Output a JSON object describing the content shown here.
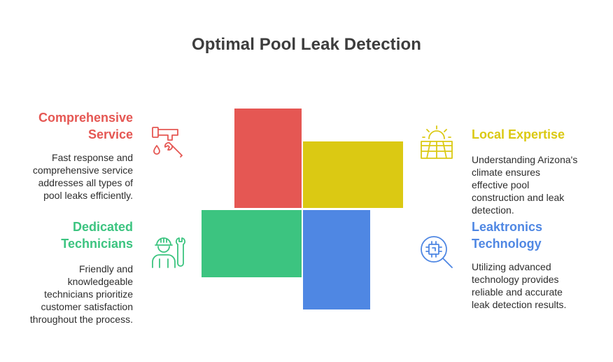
{
  "title": "Optimal Pool Leak Detection",
  "colors": {
    "red": "#e55753",
    "yellow": "#dbc913",
    "green": "#3cc480",
    "blue": "#4f87e3",
    "text": "#2d2d2d",
    "title": "#3d3d3d"
  },
  "items": [
    {
      "heading_lines": [
        "Comprehensive",
        "Service"
      ],
      "description_lines": [
        "Fast response and",
        "comprehensive service",
        "addresses all types of",
        "pool leaks efficiently."
      ],
      "icon": "faucet-wrench-icon",
      "color": "#e55753"
    },
    {
      "heading_lines": [
        "Local Expertise"
      ],
      "description_lines": [
        "Understanding Arizona's",
        "climate ensures",
        "effective pool",
        "construction and leak",
        "detection."
      ],
      "icon": "sun-field-icon",
      "color": "#dbc913"
    },
    {
      "heading_lines": [
        "Dedicated",
        "Technicians"
      ],
      "description_lines": [
        "Friendly and",
        "knowledgeable",
        "technicians prioritize",
        "customer satisfaction",
        "throughout the process."
      ],
      "icon": "technician-wrench-icon",
      "color": "#3cc480"
    },
    {
      "heading_lines": [
        "Leaktronics",
        "Technology"
      ],
      "description_lines": [
        "Utilizing advanced",
        "technology provides",
        "reliable and accurate",
        "leak detection results."
      ],
      "icon": "chip-magnifier-icon",
      "color": "#4f87e3"
    }
  ]
}
